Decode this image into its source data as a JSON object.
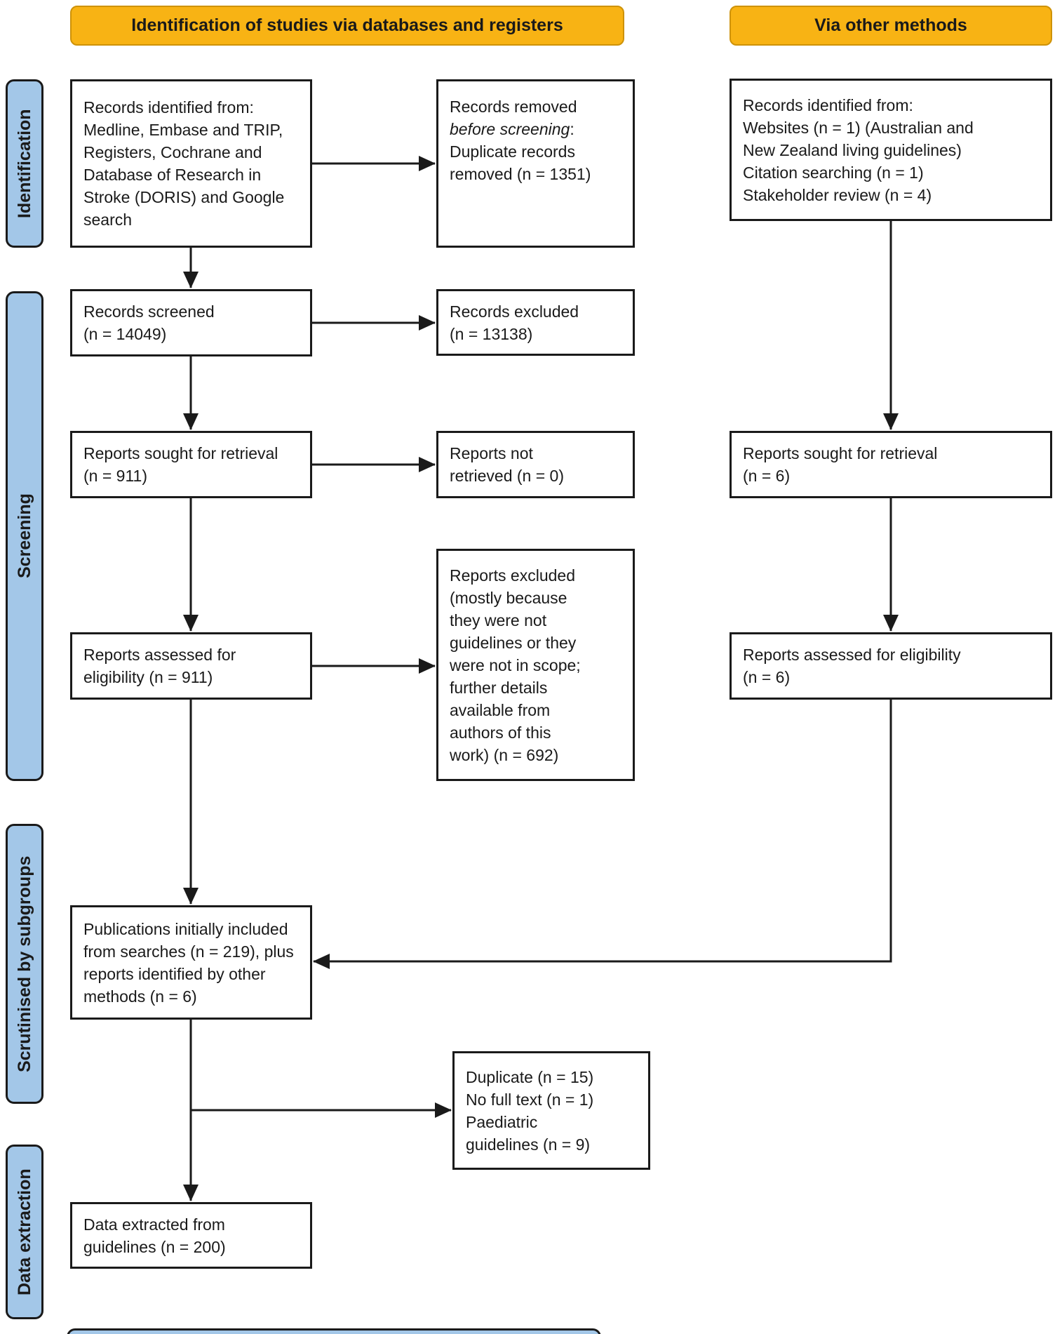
{
  "headers": {
    "databases": "Identification of studies via databases and registers",
    "other": "Via other methods"
  },
  "stages": {
    "identification": "Identification",
    "screening": "Screening",
    "scrutinised": "Scrutinised by subgroups",
    "data_extraction": "Data extraction"
  },
  "boxes": {
    "records_identified_db": {
      "lines": [
        "Records identified from:",
        "Medline, Embase and TRIP,",
        "Registers, Cochrane and",
        "Database of Research in",
        "Stroke (DORIS) and Google",
        "search"
      ]
    },
    "records_removed": {
      "lines": [
        "Records removed",
        [
          {
            "t": "before screening",
            "i": true
          },
          {
            "t": ":"
          }
        ],
        "Duplicate records",
        "removed (n = 1351)"
      ]
    },
    "records_identified_other": {
      "lines": [
        "Records identified from:",
        "Websites (n = 1) (Australian and",
        "New Zealand living guidelines)",
        "Citation searching (n = 1)",
        "Stakeholder review (n = 4)"
      ]
    },
    "records_screened": {
      "lines": [
        "Records screened",
        "(n = 14049)"
      ]
    },
    "records_excluded": {
      "lines": [
        "Records excluded",
        "(n = 13138)"
      ]
    },
    "reports_sought": {
      "lines": [
        "Reports sought for retrieval",
        "(n = 911)"
      ]
    },
    "reports_not_retrieved": {
      "lines": [
        "Reports not",
        "retrieved (n = 0)"
      ]
    },
    "reports_sought_other": {
      "lines": [
        "Reports sought for retrieval",
        "(n = 6)"
      ]
    },
    "reports_assessed": {
      "lines": [
        "Reports assessed for",
        "eligibility (n = 911)"
      ]
    },
    "reports_excluded_detail": {
      "lines": [
        "Reports excluded",
        "(mostly because",
        "they were not",
        "guidelines or they",
        "were not in scope;",
        "further details",
        "available from",
        "authors of this",
        "work) (n = 692)"
      ]
    },
    "reports_assessed_other": {
      "lines": [
        "Reports assessed for eligibility",
        "(n = 6)"
      ]
    },
    "publications_included": {
      "lines": [
        "Publications initially included",
        "from searches (n = 219), plus",
        "reports identified by other",
        "methods (n = 6)"
      ]
    },
    "removed_after_inclusion": {
      "lines": [
        "Duplicate (n = 15)",
        "No full text (n = 1)",
        "Paediatric",
        "guidelines (n = 9)"
      ]
    },
    "data_extracted": {
      "lines": [
        "Data extracted from",
        "guidelines (n = 200)"
      ]
    }
  },
  "colors": {
    "header_bg": "#F8B314",
    "header_border": "#CE9208",
    "stage_bg": "#A3C7E8",
    "ink": "#1A1A1A"
  }
}
